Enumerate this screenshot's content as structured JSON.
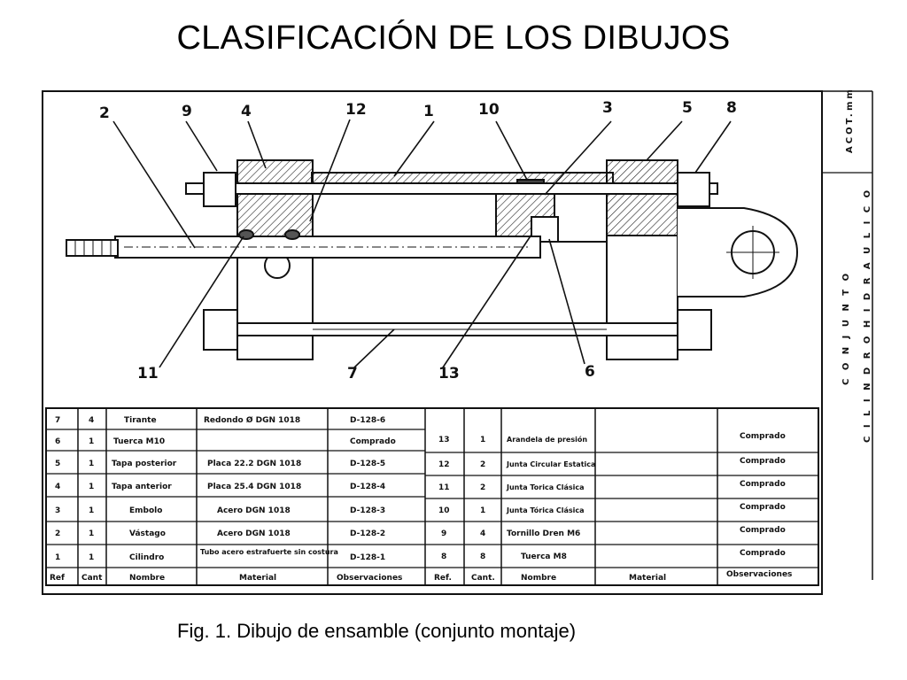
{
  "slide": {
    "title": "CLASIFICACIÓN DE LOS DIBUJOS",
    "caption": "Fig. 1. Dibujo de ensamble (conjunto montaje)"
  },
  "drawing": {
    "callouts": [
      "2",
      "9",
      "4",
      "12",
      "1",
      "10",
      "3",
      "5",
      "8",
      "11",
      "7",
      "13",
      "6"
    ],
    "title_block": {
      "acot": "ACOT.",
      "unit": "mm",
      "conjunto": "C O N J U N T O",
      "name": "C I L I N D R O   H I D R A U L I C O"
    },
    "bom_left": {
      "rows": [
        {
          "ref": "7",
          "cant": "4",
          "nombre": "Tirante",
          "material": "Redondo Ø DGN 1018",
          "obs": "D-128-6"
        },
        {
          "ref": "6",
          "cant": "1",
          "nombre": "Tuerca M10",
          "material": "",
          "obs": "Comprado"
        },
        {
          "ref": "5",
          "cant": "1",
          "nombre": "Tapa posterior",
          "material": "Placa 22.2 DGN 1018",
          "obs": "D-128-5"
        },
        {
          "ref": "4",
          "cant": "1",
          "nombre": "Tapa anterior",
          "material": "Placa 25.4 DGN 1018",
          "obs": "D-128-4"
        },
        {
          "ref": "3",
          "cant": "1",
          "nombre": "Embolo",
          "material": "Acero DGN 1018",
          "obs": "D-128-3"
        },
        {
          "ref": "2",
          "cant": "1",
          "nombre": "Vástago",
          "material": "Acero DGN 1018",
          "obs": "D-128-2"
        },
        {
          "ref": "1",
          "cant": "1",
          "nombre": "Cilindro",
          "material": "Tubo acero estrafuerte sin costura",
          "obs": "D-128-1"
        }
      ],
      "header": {
        "ref": "Ref",
        "cant": "Cant",
        "nombre": "Nombre",
        "material": "Material",
        "obs": "Observaciones"
      }
    },
    "bom_right": {
      "rows": [
        {
          "ref": "13",
          "cant": "1",
          "nombre": "Arandela de presión",
          "material": "",
          "obs": "Comprado"
        },
        {
          "ref": "12",
          "cant": "2",
          "nombre": "Junta Circular Estatica",
          "material": "",
          "obs": "Comprado"
        },
        {
          "ref": "11",
          "cant": "2",
          "nombre": "Junta Torica Clásica",
          "material": "",
          "obs": "Comprado"
        },
        {
          "ref": "10",
          "cant": "1",
          "nombre": "Junta Tórica Clásica",
          "material": "",
          "obs": "Comprado"
        },
        {
          "ref": "9",
          "cant": "4",
          "nombre": "Tornillo Dren M6",
          "material": "",
          "obs": "Comprado"
        },
        {
          "ref": "8",
          "cant": "8",
          "nombre": "Tuerca M8",
          "material": "",
          "obs": "Comprado"
        }
      ],
      "header": {
        "ref": "Ref.",
        "cant": "Cant.",
        "nombre": "Nombre",
        "material": "Material",
        "obs": "Observaciones"
      }
    }
  }
}
